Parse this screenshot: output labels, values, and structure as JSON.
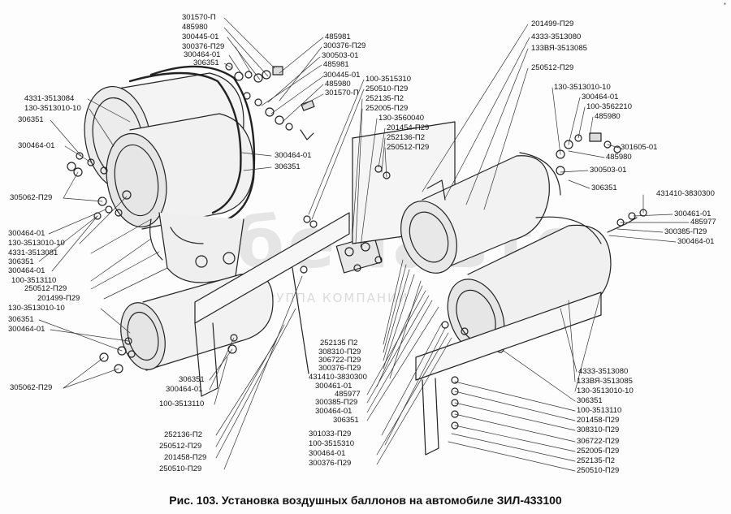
{
  "caption": "Рис. 103. Установка воздушных баллонов на автомобиле ЗИЛ-433100",
  "watermark": {
    "brand": "белавто",
    "tagline": "ГРУППА КОМПАНИЙ"
  },
  "corner_mark": "*",
  "labels": {
    "a01": "301570-П",
    "a02": "485980",
    "a03": "300445-01",
    "a04": "300376-П29",
    "a05": "300464-01",
    "a06": "306351",
    "a07": "485981",
    "a08": "300376-П29",
    "a09": "300503-01",
    "a10": "485981",
    "a11": "300445-01",
    "a12": "485980",
    "a13": "301570-П",
    "a14": "100-3515310",
    "a15": "250510-П29",
    "a16": "252135-П2",
    "a17": "252005-П29",
    "a18": "130-3560040",
    "a19": "201454-П29",
    "a20": "252136-П2",
    "a21": "250512-П29",
    "b01": "4331-3513084",
    "b02": "130-3513010-10",
    "b03": "306351",
    "b04": "300464-01",
    "b05": "305062-П29",
    "b06": "300464-01",
    "b07": "130-3513010-10",
    "b08": "4331-3513081",
    "b09": "306351",
    "b10": "300464-01",
    "b11": "100-3513110",
    "b12": "250512-П29",
    "b13": "201499-П29",
    "b14": "130-3513010-10",
    "b15": "306351",
    "b16": "300464-01",
    "b17": "305062-П29",
    "c01": "300464-01",
    "c02": "306351",
    "c03": "306351",
    "c04": "300464-01",
    "c05": "100-3513110",
    "c06": "252136-П2",
    "c07": "250512-П29",
    "c08": "201458-П29",
    "c09": "250510-П29",
    "d01": "252135 П2",
    "d02": "308310-П29",
    "d03": "306722-П29",
    "d04": "300376-П29",
    "d05": "431410-3830300",
    "d06": "300461-01",
    "d07": "485977",
    "d08": "300385-П29",
    "d09": "300464-01",
    "d10": "306351",
    "d11": "301033-П29",
    "d12": "100-3515310",
    "d13": "300464-01",
    "d14": "300376-П29",
    "e01": "201499-П29",
    "e02": "4333-3513080",
    "e03": "133ВЯ-3513085",
    "e04": "250512-П29",
    "e05": "130-3513010-10",
    "e06": "300464-01",
    "e07": "100-3562210",
    "e08": "485980",
    "e09": "301605-01",
    "e10": "485980",
    "e11": "300503-01",
    "e12": "306351",
    "e13": "431410-3830300",
    "e14": "300461-01",
    "e15": "485977",
    "e16": "300385-П29",
    "e17": "300464-01",
    "f01": "4333-3513080",
    "f02": "133ВЯ-3513085",
    "f03": "130-3513010-10",
    "f04": "306351",
    "f05": "100-3513110",
    "f06": "201458-П29",
    "f07": "308310-П29",
    "f08": "306722-П29",
    "f09": "252005-П29",
    "f10": "252135-П2",
    "f11": "250510-П29"
  }
}
